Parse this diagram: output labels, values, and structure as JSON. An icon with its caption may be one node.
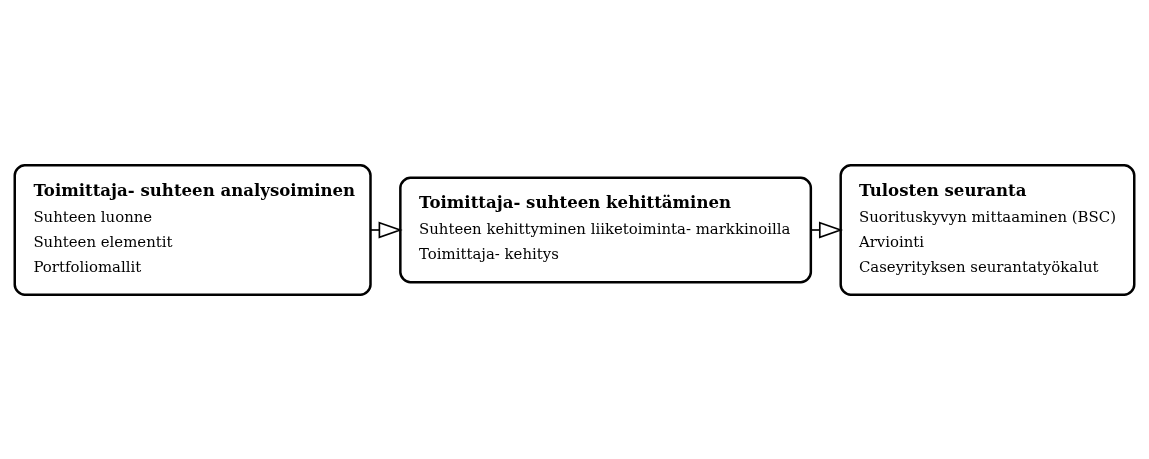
{
  "diagram": {
    "nodes": [
      {
        "text": [
          "Toimittaja- suhteen analysoiminen",
          "Suhteen luonne",
          "Suhteen elementit",
          "Portfoliomallit"
        ]
      },
      {
        "text": [
          "Toimittaja- suhteen kehittäminen",
          "Suhteen kehittyminen liiketoiminta- markkinoilla",
          "Toimittaja- kehitys"
        ]
      },
      {
        "text": [
          "Tulosten seuranta",
          "Suorituskyvyn mittaaminen (BSC)",
          "Arviointi",
          "Caseyrityksen seurantatyökalut"
        ]
      }
    ],
    "edges": [
      {
        "from": 0,
        "to": 1,
        "arrow": "to"
      },
      {
        "from": 1,
        "to": 2,
        "arrow": "to"
      }
    ]
  }
}
